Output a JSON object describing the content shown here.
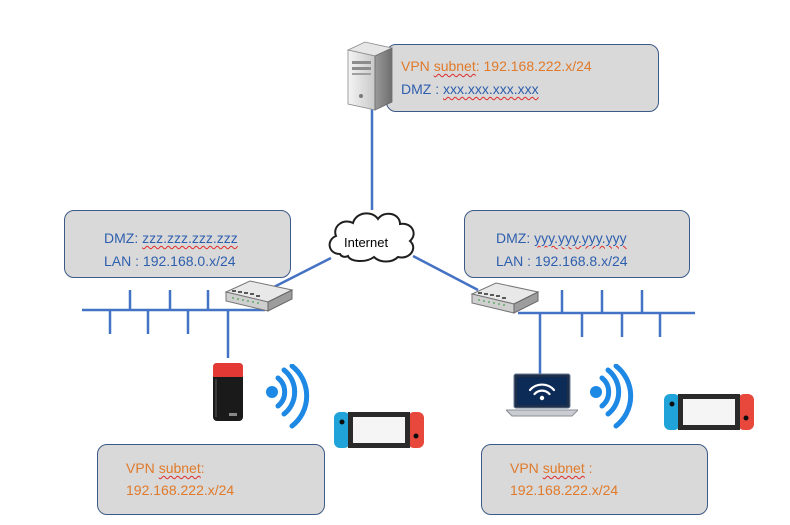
{
  "internet": {
    "label": "Internet"
  },
  "server_box": {
    "line1_prefix": "VPN ",
    "line1_word": "subnet",
    "line1_value": ": 192.168.222.x/24",
    "line2_label": "DMZ : ",
    "line2_value": "xxx.xxx.xxx.xxx"
  },
  "left_site_box": {
    "line1_label": "DMZ: ",
    "line1_value": "zzz.zzz.zzz.zzz",
    "line2": "LAN : 192.168.0.x/24"
  },
  "right_site_box": {
    "line1_label": "DMZ: ",
    "line1_value": "yyy.yyy.yyy.yyy",
    "line2": "LAN : 192.168.8.x/24"
  },
  "left_vpn_box": {
    "line1_prefix": "VPN ",
    "line1_word": "subnet",
    "line1_suffix": ":",
    "line2": "192.168.222.x/24"
  },
  "right_vpn_box": {
    "line1_prefix": "VPN ",
    "line1_word": "subnet",
    "line1_suffix": " :",
    "line2": "192.168.222.x/24"
  },
  "colors": {
    "wire": "#4472c4",
    "box_fill": "#d9d9d9",
    "box_border": "#3c5a86",
    "orange_text": "#e07a2a",
    "blue_text": "#2e5fae",
    "wifi": "#1e88e5",
    "switch_joycon_blue": "#1fa3d8",
    "switch_joycon_red": "#e8473c"
  }
}
